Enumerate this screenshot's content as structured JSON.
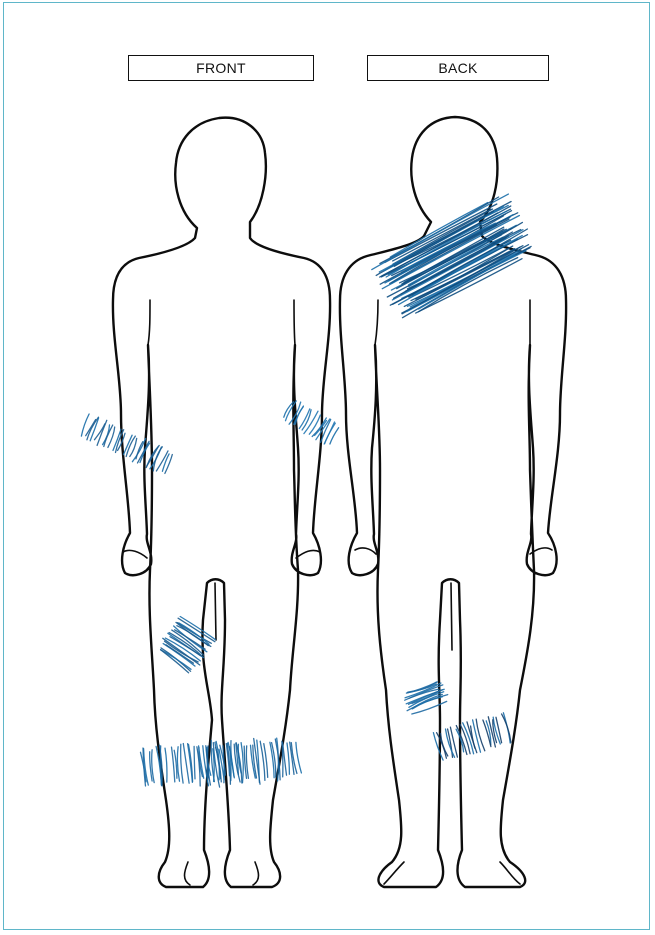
{
  "labels": {
    "front": "FRONT",
    "back": "BACK"
  },
  "colors": {
    "border": "#5fb6c9",
    "outline": "#0d0d0d",
    "marking": "#1a6ea8"
  },
  "marked_regions": {
    "front": [
      "right-forearm",
      "left-forearm",
      "right-thigh-above-knee",
      "right-shin",
      "left-shin"
    ],
    "back": [
      "upper-back-neck-shoulders",
      "back-of-knee-left",
      "right-calf"
    ]
  }
}
